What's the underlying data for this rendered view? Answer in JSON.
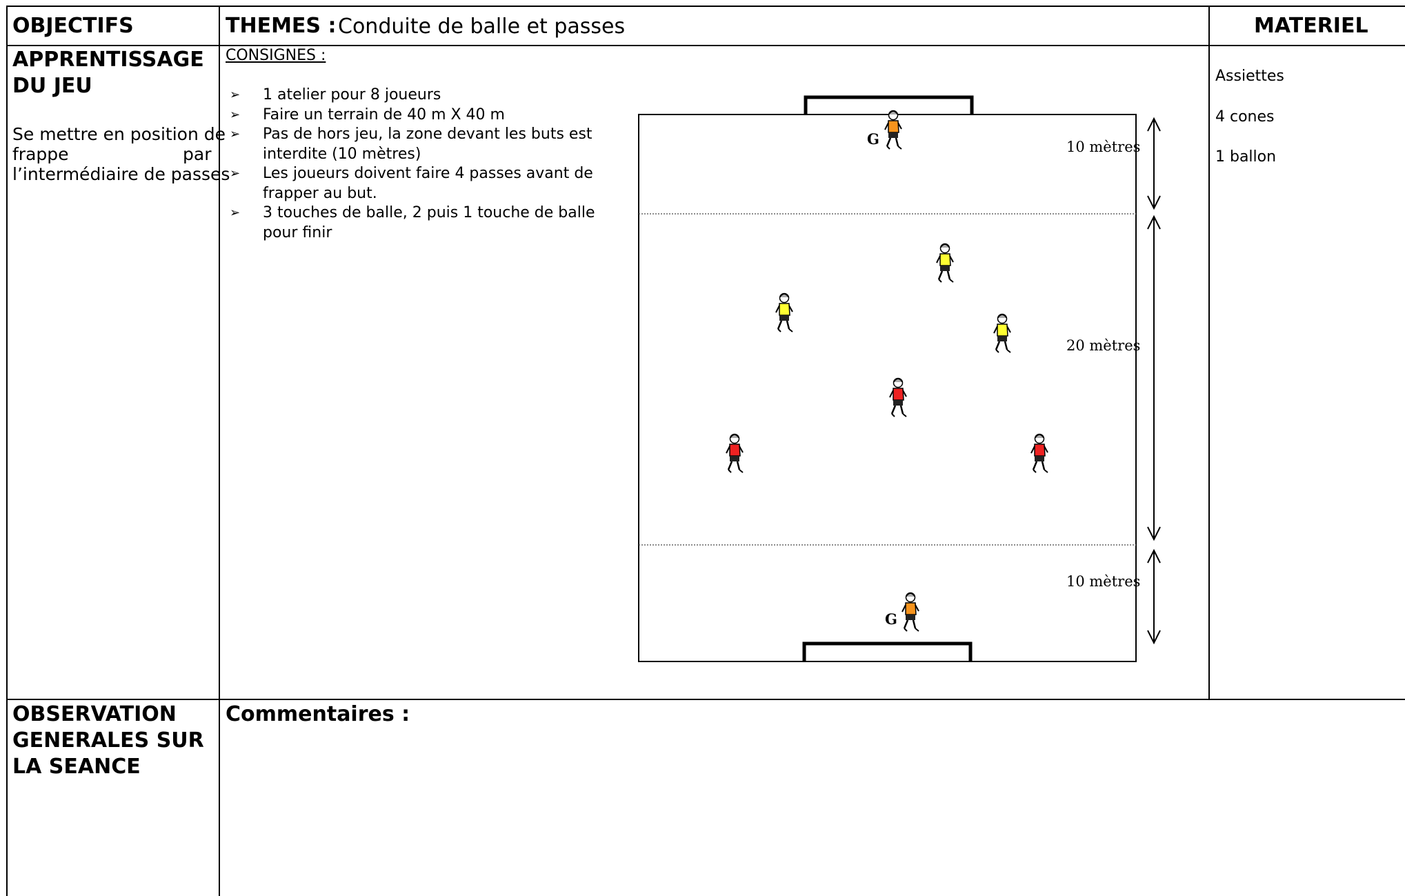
{
  "header": {
    "objectifs": "OBJECTIFS",
    "themes_label": "THEMES :",
    "themes_value": "Conduite de balle et passes",
    "materiel": "MATERIEL"
  },
  "objectives": {
    "title_line1": "APPRENTISSAGE",
    "title_line2": "DU JEU",
    "desc_line1": "Se mettre en position de",
    "desc_line2_a": "frappe",
    "desc_line2_b": "par",
    "desc_line3": "l’intermédiaire de passes"
  },
  "consignes": {
    "title": "CONSIGNES :",
    "items": [
      [
        "1 atelier pour 8 joueurs"
      ],
      [
        "Faire un terrain de 40 m X 40 m"
      ],
      [
        "Pas de hors jeu, la zone devant les buts est",
        "interdite (10 mètres)"
      ],
      [
        "Les joueurs doivent faire 4 passes avant de",
        "frapper au but."
      ],
      [
        "3 touches de balle, 2 puis 1 touche de balle",
        "pour finir"
      ]
    ]
  },
  "materiel": {
    "items": [
      "Assiettes",
      "4 cones",
      "1 ballon"
    ]
  },
  "field": {
    "top_zone_label": "10 mètres",
    "middle_zone_label": "20 mètres",
    "bottom_zone_label": "10 mètres",
    "goalkeeper_marker": "G",
    "team_colors": {
      "goalkeeper": "#f7941d",
      "attackers": "#ffff33",
      "defenders": "#ee2222"
    }
  },
  "observation": {
    "title_line1": "OBSERVATION",
    "title_line2": "GENERALES SUR",
    "title_line3": "LA SEANCE",
    "comments_label": "Commentaires :"
  }
}
